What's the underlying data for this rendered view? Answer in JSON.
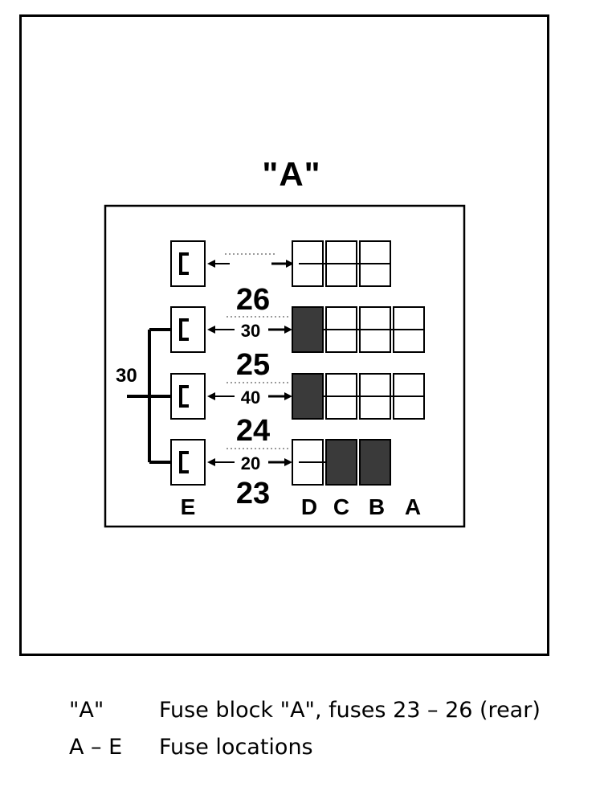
{
  "title": "\"A\"",
  "circuit_label": "30",
  "fuses": [
    {
      "number": "26",
      "rating": ""
    },
    {
      "number": "25",
      "rating": "30"
    },
    {
      "number": "24",
      "rating": "40"
    },
    {
      "number": "23",
      "rating": "20"
    }
  ],
  "locations": [
    "E",
    "D",
    "C",
    "B",
    "A"
  ],
  "legend": [
    {
      "key": "\"A\"",
      "desc": "Fuse block \"A\", fuses 23 – 26 (rear)"
    },
    {
      "key": "A – E",
      "desc": "Fuse locations"
    }
  ],
  "colors": {
    "filled": "#3a3a3a",
    "line": "#000000",
    "dotted": "#9a9a9a"
  }
}
